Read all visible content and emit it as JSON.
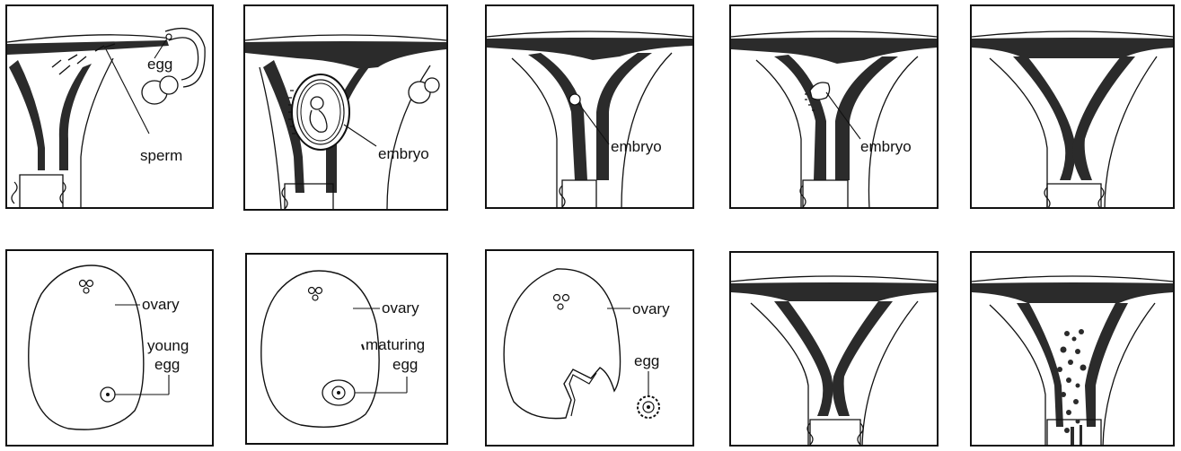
{
  "labels": {
    "egg": "egg",
    "sperm": "sperm",
    "embryo": "embryo",
    "ovary": "ovary",
    "young": "young",
    "maturing": "maturing"
  },
  "colors": {
    "ink": "#111111",
    "fill": "#2b2b2b"
  }
}
